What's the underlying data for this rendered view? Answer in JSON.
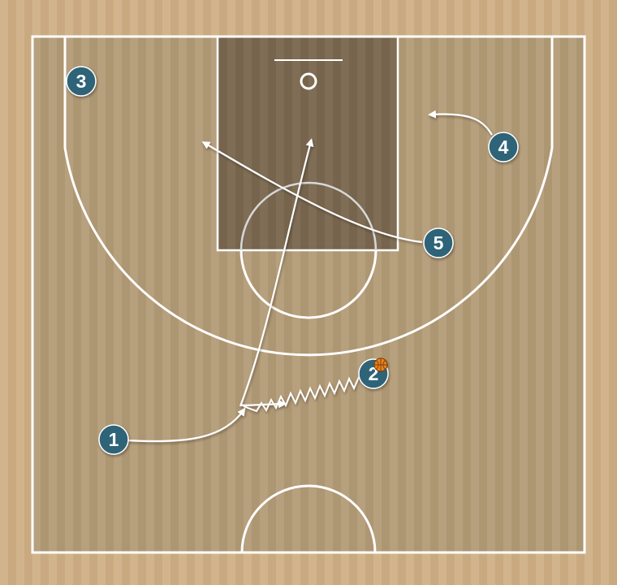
{
  "colors": {
    "floor_light": "#d2b48c",
    "floor_dark": "#c4a47a",
    "inner_floor": "#b39b78",
    "paint": "#7c6a52",
    "court_lines": "#ffffff",
    "player_fill": "#2d6478",
    "player_stroke": "#ffffff",
    "ball": "#e8821e",
    "action_lines": "#ffffff"
  },
  "players": [
    {
      "id": "p1",
      "label": "1"
    },
    {
      "id": "p2",
      "label": "2",
      "has_ball": true
    },
    {
      "id": "p3",
      "label": "3"
    },
    {
      "id": "p4",
      "label": "4"
    },
    {
      "id": "p5",
      "label": "5"
    }
  ],
  "actions": [
    {
      "from": "1",
      "type": "cut"
    },
    {
      "from": "2",
      "type": "dribble"
    },
    {
      "from": "4",
      "type": "cut"
    },
    {
      "from": "5",
      "type": "cut"
    },
    {
      "from": "1",
      "type": "cut"
    }
  ]
}
